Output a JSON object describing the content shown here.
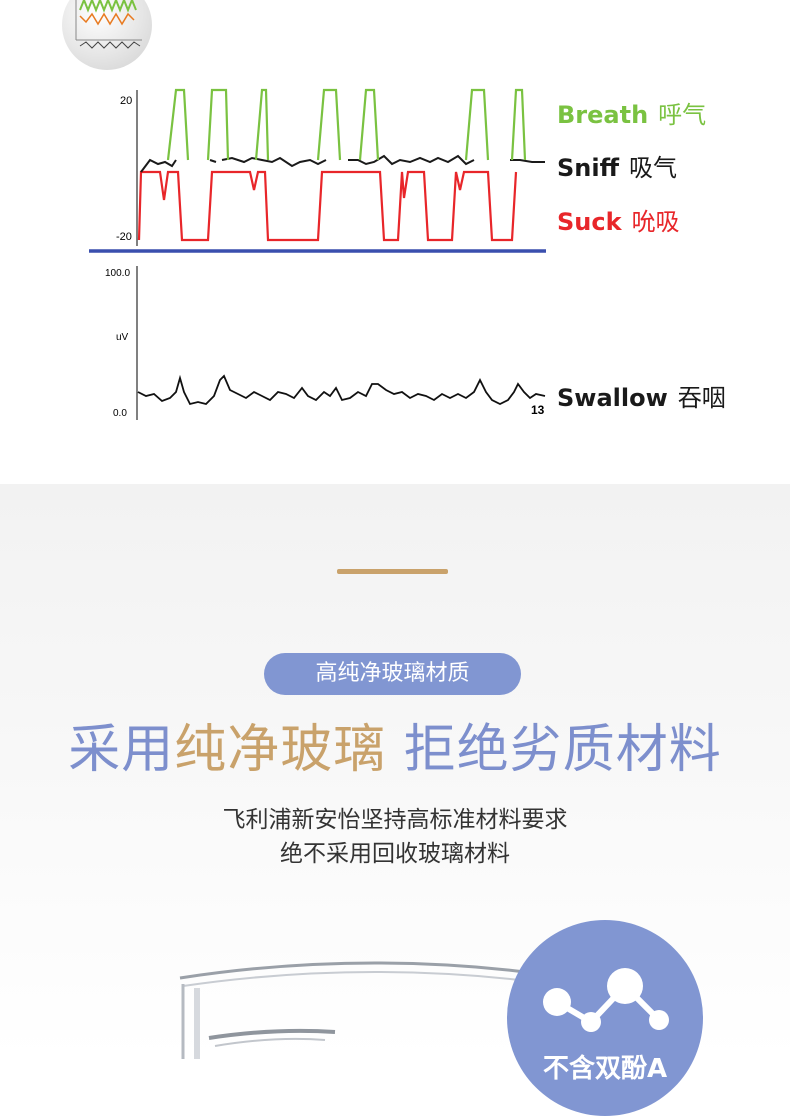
{
  "chart": {
    "top_axis": {
      "max_label": "20",
      "min_label": "-20"
    },
    "bottom_axis": {
      "max_label": "100.0",
      "unit_label": "uV",
      "min_label": "0.0",
      "end_label": "13"
    },
    "colors": {
      "breath": "#7ac241",
      "sniff": "#1a1a1a",
      "suck": "#e8262a",
      "baseline": "#3a4fae"
    }
  },
  "legend": {
    "breath": {
      "en": "Breath",
      "cn": "呼气"
    },
    "sniff": {
      "en": "Sniff",
      "cn": "吸气"
    },
    "suck": {
      "en": "Suck",
      "cn": "吮吸"
    },
    "swallow": {
      "en": "Swallow",
      "cn": "吞咽"
    }
  },
  "section": {
    "pill": "高纯净玻璃材质",
    "headline": {
      "part1": "采用",
      "part2": "纯净玻璃",
      "part3": " 拒绝劣质材料"
    },
    "sub_line1": "飞利浦新安怡坚持高标准材料要求",
    "sub_line2": "绝不采用回收玻璃材料",
    "badge_text": "不含双酚A"
  },
  "colors": {
    "accent_blue": "#8196d2",
    "accent_gold": "#c9a26b"
  }
}
